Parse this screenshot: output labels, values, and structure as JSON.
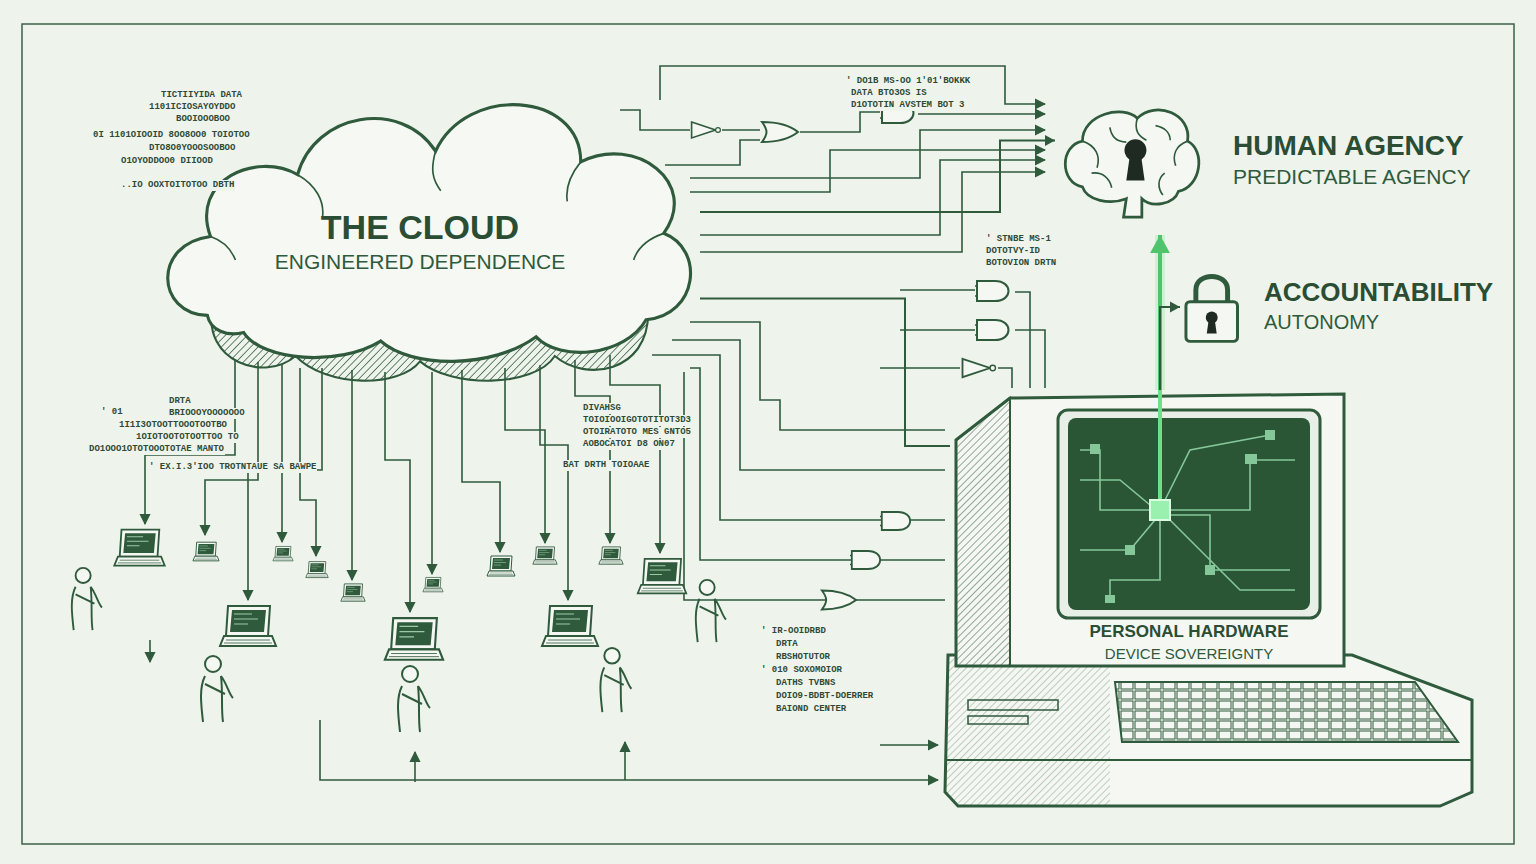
{
  "diagram": {
    "nodes": [
      {
        "text": [
          "THE CLOUD",
          "ENGINEERED DEPENDENCE"
        ]
      },
      {
        "text": [
          "HUMAN AGENCY",
          "PREDICTABLE AGENCY"
        ]
      },
      {
        "text": [
          "ACCOUNTABILITY",
          "AUTONOMY"
        ]
      },
      {
        "text": [
          "PERSONAL HARDWARE",
          "DEVICE SOVEREIGNTY"
        ]
      }
    ],
    "edges": [
      {
        "from": 0,
        "to": 1,
        "arrow": "to"
      },
      {
        "from": 0,
        "to": 3,
        "arrow": "none"
      },
      {
        "from": 3,
        "to": 1,
        "arrow": "to"
      },
      {
        "from": 3,
        "to": 2,
        "arrow": "to"
      }
    ],
    "labels": [
      "TICTIIYIDA DATA",
      "1101ICIOSAYOYDDO",
      "BOOIOOOBOO",
      "0I 1101OIOOID 8OO8OO0 TOIOTOO",
      "DTO8O0YOOOSOOBOO",
      "O1OYODDOO0 DIIOOD",
      "..IO OOXTOITOTOO DBTH",
      "' DO1B MS-OO 1'01'BOKKK",
      "DATA BTO3OS IS",
      "D1OTOTIN AVSTEM BOT 3",
      "' STNBE MS-1",
      "DOTOTVY-ID",
      "BOTOVION DRTN",
      "' 01",
      "DRTA",
      "BRIOOOYOOOOOOO",
      "1I1I3OTOOTTOOOTOOTBO",
      "1OIOTOOTOTOOTTOO TO",
      "DO1OOO1OTOTOOOTOTAE MANTO",
      "' EX.I.3'IOO TROTNTAUE SA BAWPE",
      "DIVAHSG",
      "TOIOIOOIGOTOTITOT3D3",
      "OTOIRATOTO MES GNTO5",
      "AOBOCATOI D8 ON07",
      "BAT DRTH TOIOAAE",
      "' IR-OOIDRBD",
      "DRTA",
      "RBSHOTUTOR",
      "' 010 SOXOMOIOR",
      "DATHS TVBNS",
      "DOIO9-BDBT-DOERRER",
      "BAIOND CENTER"
    ]
  }
}
